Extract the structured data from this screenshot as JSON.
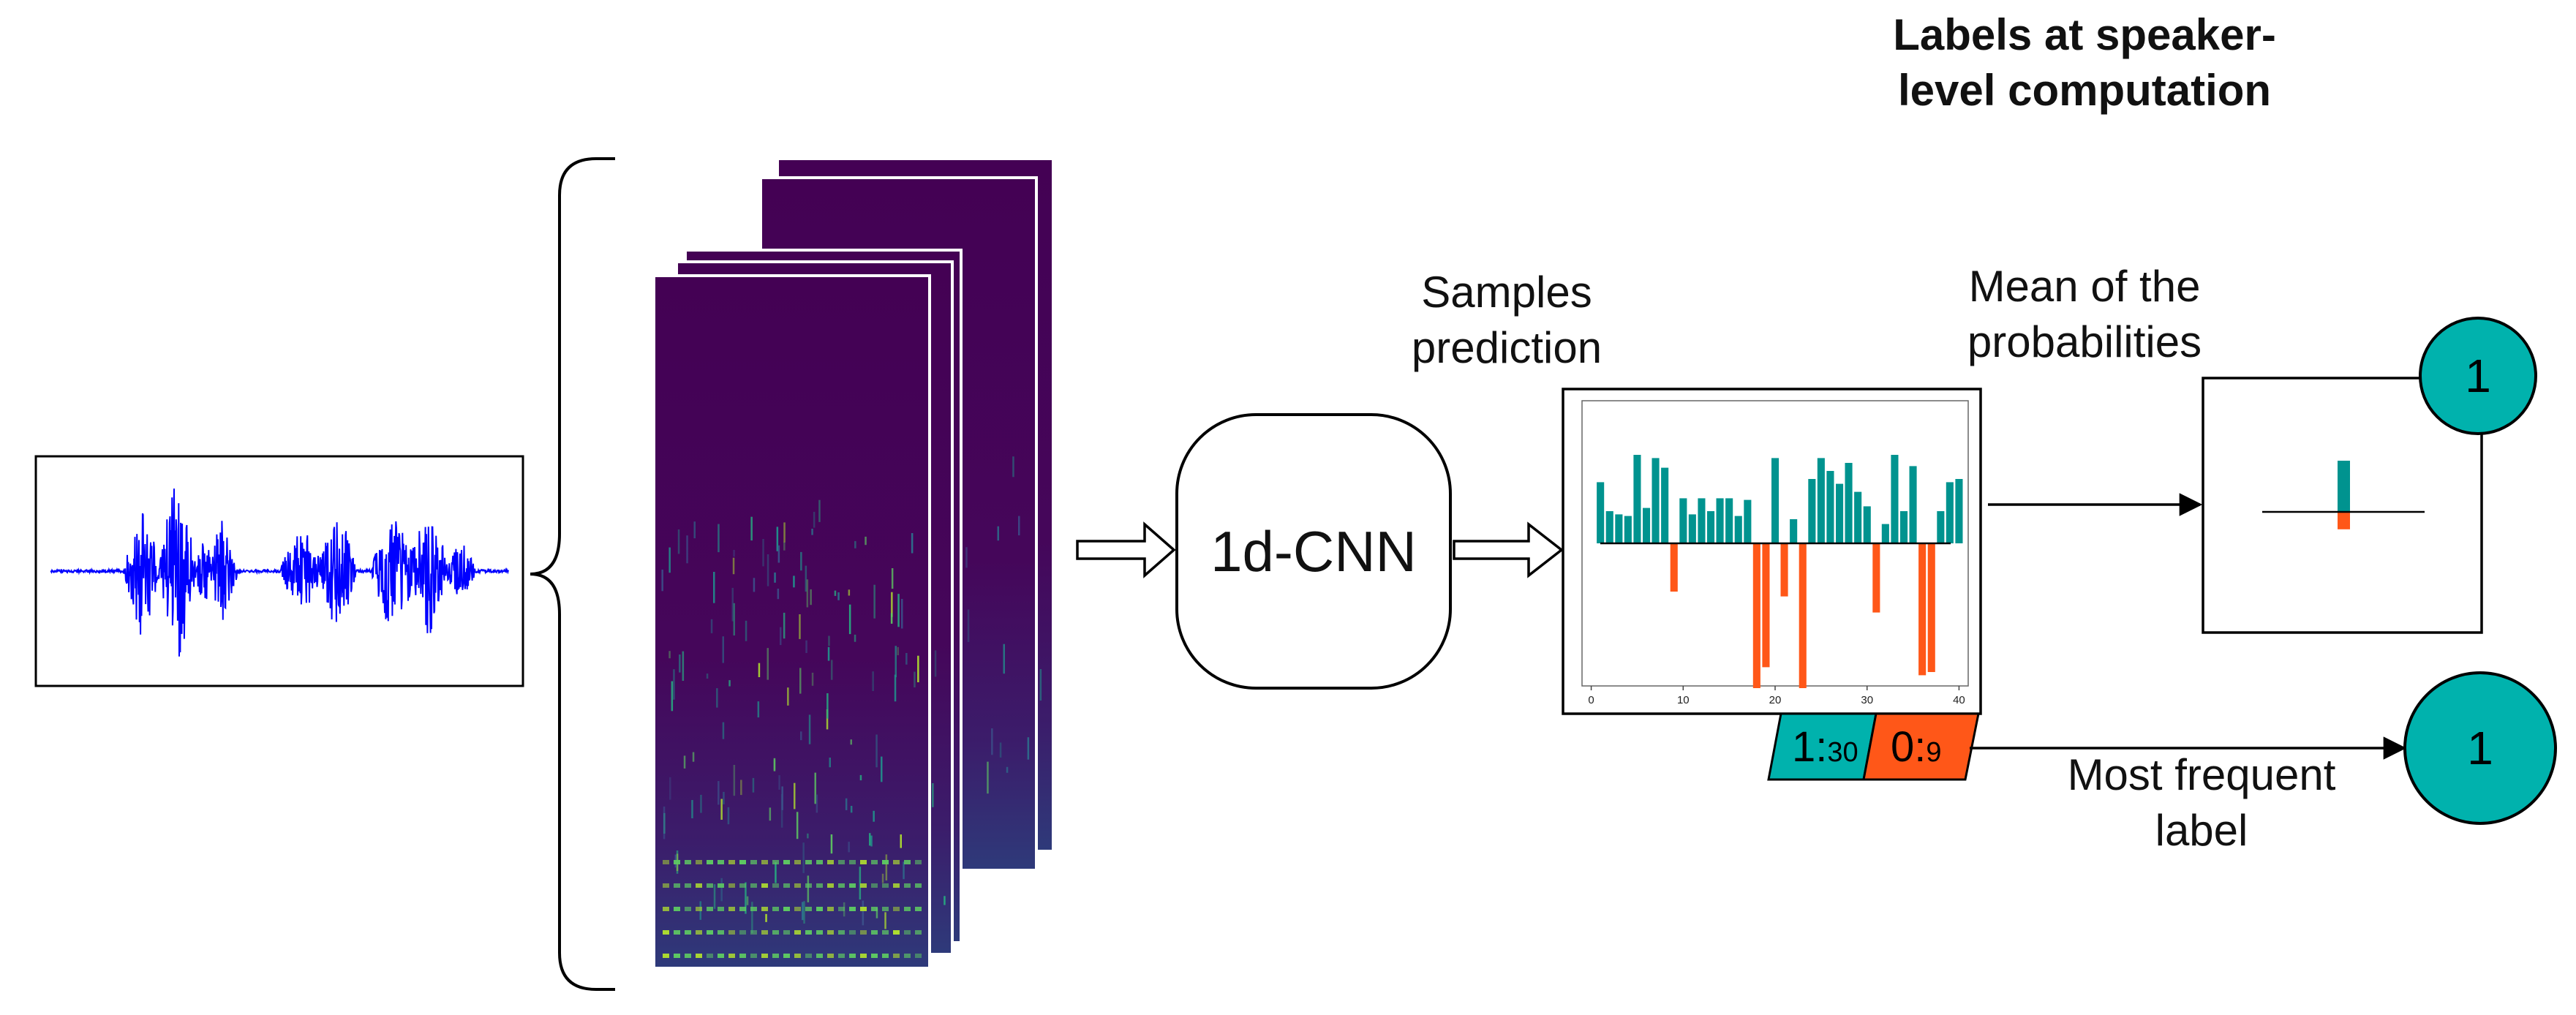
{
  "title": "Labels at speaker-level computation",
  "title_lines": [
    "Labels at speaker-",
    "level computation"
  ],
  "model_label": "1d-CNN",
  "samples_prediction_lines": [
    "Samples",
    "prediction"
  ],
  "mean_probabilities_lines": [
    "Mean of the",
    "probabilities"
  ],
  "most_frequent_lines": [
    "Most frequent",
    "label"
  ],
  "mean_result": "1",
  "frequent_result": "1",
  "count_positive": {
    "label": "1:",
    "count": "30"
  },
  "count_negative": {
    "label": "0:",
    "count": "9"
  },
  "colors": {
    "positive": "#00938f",
    "negative": "#ff5718",
    "circle": "#00b2ad",
    "waveform": "#0000ff",
    "spectrogram": "#440154"
  },
  "mean_bar": {
    "positive": 0.5,
    "negative": 0.17
  },
  "chart_data": {
    "type": "bar",
    "x": [
      1,
      2,
      3,
      4,
      5,
      6,
      7,
      8,
      9,
      10,
      11,
      12,
      13,
      14,
      15,
      16,
      17,
      18,
      19,
      20,
      21,
      22,
      23,
      24,
      25,
      26,
      27,
      28,
      29,
      30,
      31,
      32,
      33,
      34,
      35,
      36,
      37,
      38,
      39,
      40
    ],
    "values": [
      0.38,
      0.2,
      0.18,
      0.17,
      0.55,
      0.22,
      0.53,
      0.47,
      -0.3,
      0.28,
      0.18,
      0.28,
      0.2,
      0.28,
      0.28,
      0.17,
      0.27,
      -0.9,
      -0.77,
      0.53,
      -0.33,
      0.15,
      -0.9,
      0.4,
      0.53,
      0.45,
      0.37,
      0.5,
      0.32,
      0.23,
      -0.43,
      0.12,
      0.55,
      0.2,
      0.48,
      -0.82,
      -0.8,
      0.2,
      0.38,
      0.4
    ],
    "xlim": [
      -1,
      41
    ],
    "xticks": [
      "0",
      "10",
      "20",
      "30",
      "40"
    ],
    "colors": {
      "positive": "#00938f",
      "negative": "#ff5718"
    }
  }
}
